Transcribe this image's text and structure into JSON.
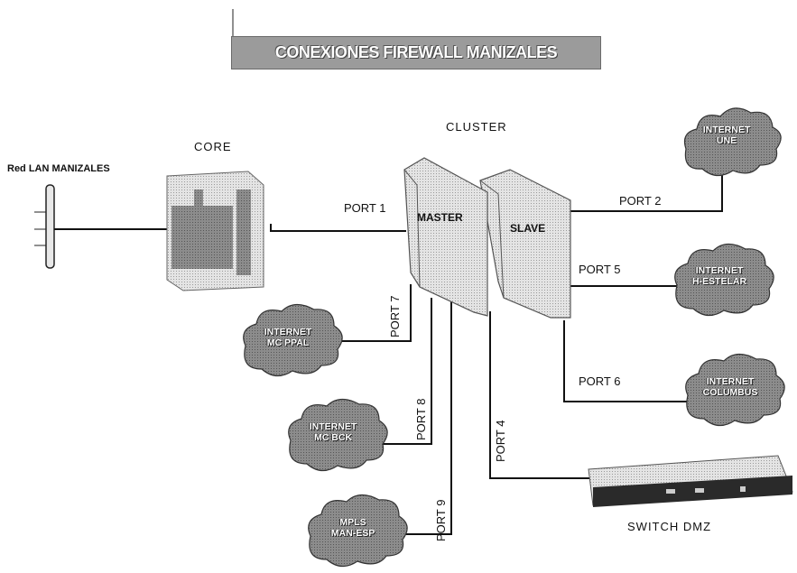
{
  "title": "CONEXIONES FIREWALL MANIZALES",
  "labels": {
    "lan": "Red LAN MANIZALES",
    "core": "CORE",
    "cluster": "CLUSTER",
    "master": "MASTER",
    "slave": "SLAVE",
    "switch": "SWITCH DMZ"
  },
  "ports": {
    "p1": "PORT 1",
    "p2": "PORT 2",
    "p4": "PORT 4",
    "p5": "PORT 5",
    "p6": "PORT 6",
    "p7": "PORT 7",
    "p8": "PORT 8",
    "p9": "PORT 9"
  },
  "clouds": {
    "une": {
      "line1": "INTERNET",
      "line2": "UNE"
    },
    "hestelar": {
      "line1": "INTERNET",
      "line2": "H-ESTELAR"
    },
    "columbus": {
      "line1": "INTERNET",
      "line2": "COLUMBUS"
    },
    "mcppal": {
      "line1": "INTERNET",
      "line2": "MC PPAL"
    },
    "mcbck": {
      "line1": "INTERNET",
      "line2": "MC BCK"
    },
    "mpls": {
      "line1": "MPLS",
      "line2": "MAN-ESP"
    }
  },
  "colors": {
    "cloud": "#8a8a8a",
    "device": "#dcdcdc",
    "line": "#111111",
    "title_bg": "#9b9b9b"
  }
}
